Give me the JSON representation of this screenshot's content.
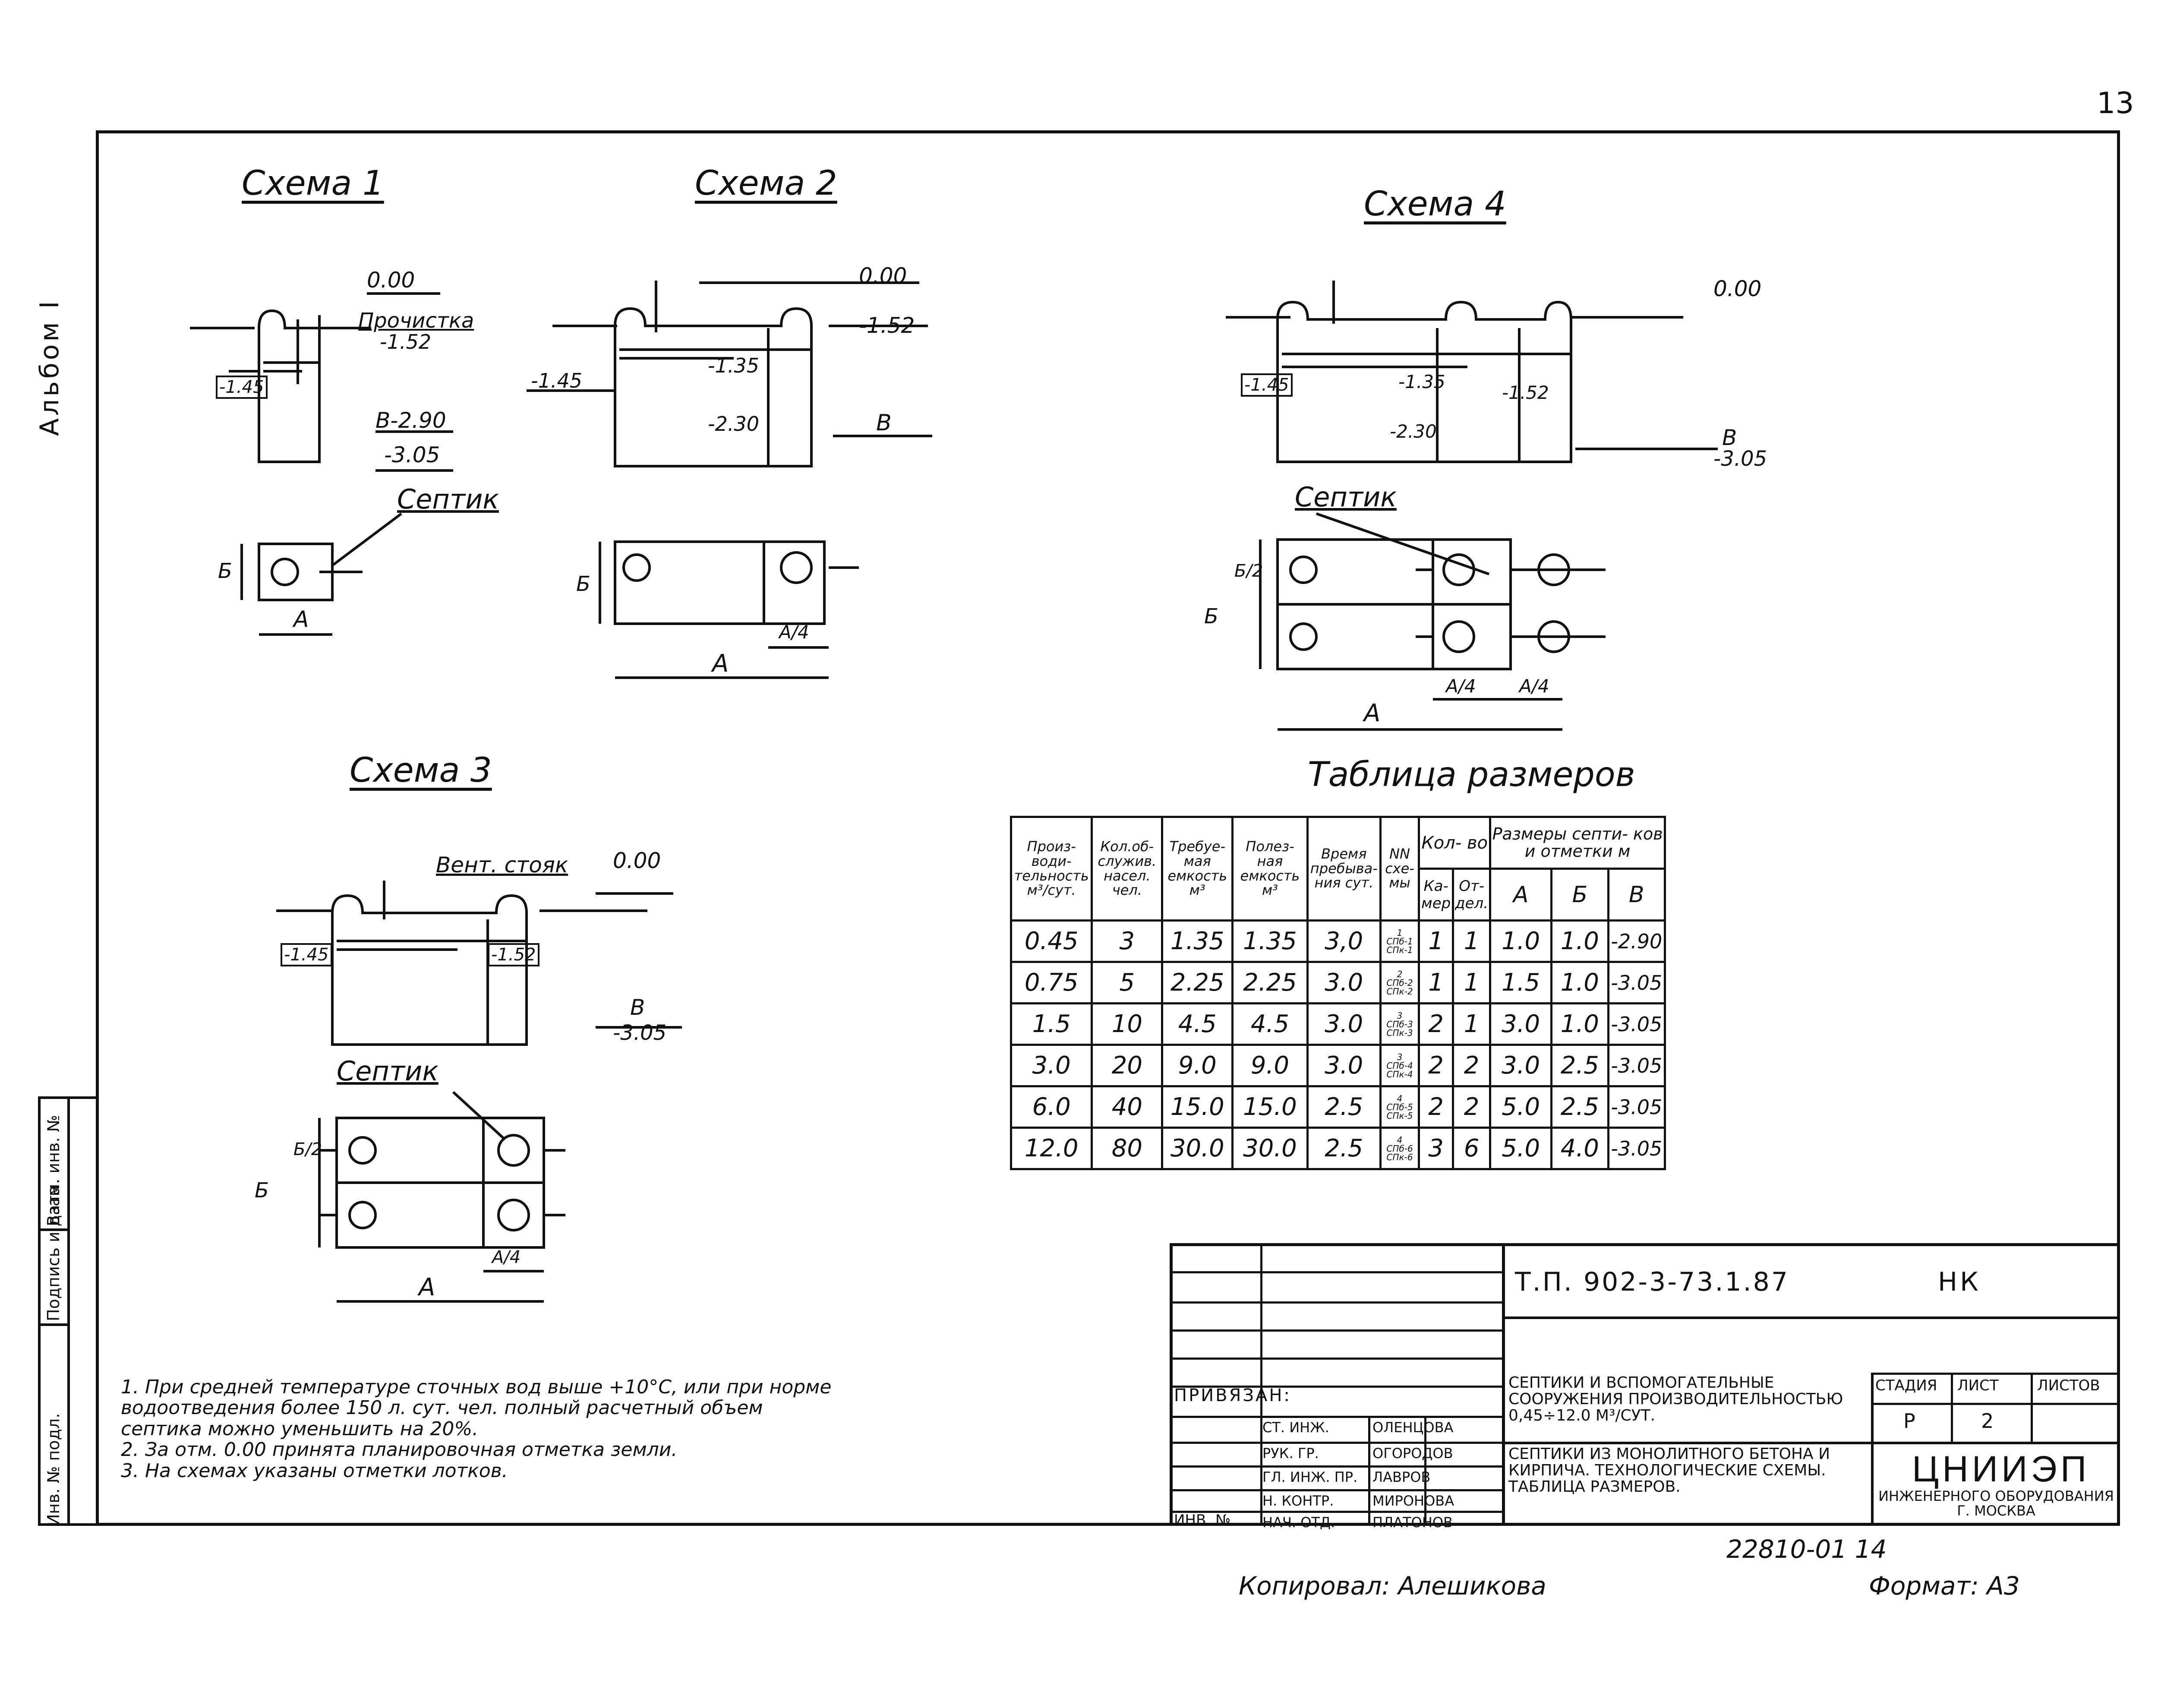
{
  "page": {
    "number": "13",
    "album": "Альбом I"
  },
  "schemes": {
    "s1": {
      "title": "Схема 1",
      "lvl_top": "0.00",
      "cleanout": "Прочистка",
      "lvl_152": "-1.52",
      "lvl_145": "-1.45",
      "lvl_b290": "В-2.90",
      "lvl_305": "-3.05",
      "septic": "Септик",
      "dimB": "Б",
      "dimA": "А"
    },
    "s2": {
      "title": "Схема 2",
      "lvl_top": "0.00",
      "lvl_152": "-1.52",
      "lvl_145": "-1.45",
      "lvl_135": "-1.35",
      "lvl_230": "-2.30",
      "lvl_b": "В",
      "dimB": "Б",
      "dimA": "А",
      "dimA4": "А/4"
    },
    "s3": {
      "title": "Схема 3",
      "vent": "Вент. стояк",
      "lvl_top": "0.00",
      "lvl_145": "-1.45",
      "lvl_152": "-1.52",
      "lvl_b": "В",
      "lvl_305": "-3.05",
      "septic": "Септик",
      "dimB": "Б",
      "dimB2": "Б/2",
      "dimA": "А",
      "dimA4": "А/4"
    },
    "s4": {
      "title": "Схема 4",
      "lvl_top": "0.00",
      "lvl_145": "-1.45",
      "lvl_135": "-1.35",
      "lvl_152": "-1.52",
      "lvl_230": "-2.30",
      "lvl_b": "В",
      "lvl_305": "-3.05",
      "septic": "Септик",
      "dimB": "Б",
      "dimB2": "Б/2",
      "dimA": "А",
      "dimA4a": "А/4",
      "dimA4b": "А/4"
    }
  },
  "sizes_table": {
    "title": "Таблица размеров",
    "headers": {
      "productivity": "Произ- води- тельность м³/сут.",
      "people": "Кол.об- служив. насел. чел.",
      "required": "Требуе- мая емкость м³",
      "useful": "Полез- ная емкость м³",
      "time": "Время пребыва- ния сут.",
      "scheme_no": "NN схе- мы",
      "count": "Кол- во",
      "chambers": "Ка- мер",
      "sections": "От- дел.",
      "dims": "Размеры септи- ков и отметки м",
      "a": "А",
      "b": "Б",
      "v": "В"
    },
    "rows": [
      [
        "0.45",
        "3",
        "1.35",
        "1.35",
        "3,0",
        "1",
        "СПб-1 СПк-1",
        "1",
        "1",
        "1.0",
        "1.0",
        "-2.90"
      ],
      [
        "0.75",
        "5",
        "2.25",
        "2.25",
        "3.0",
        "2",
        "СПб-2 СПк-2",
        "1",
        "1",
        "1.5",
        "1.0",
        "-3.05"
      ],
      [
        "1.5",
        "10",
        "4.5",
        "4.5",
        "3.0",
        "3",
        "СПб-3 СПк-3",
        "2",
        "1",
        "3.0",
        "1.0",
        "-3.05"
      ],
      [
        "3.0",
        "20",
        "9.0",
        "9.0",
        "3.0",
        "3",
        "СПб-4 СПк-4",
        "2",
        "2",
        "3.0",
        "2.5",
        "-3.05"
      ],
      [
        "6.0",
        "40",
        "15.0",
        "15.0",
        "2.5",
        "4",
        "СПб-5 СПк-5",
        "2",
        "2",
        "5.0",
        "2.5",
        "-3.05"
      ],
      [
        "12.0",
        "80",
        "30.0",
        "30.0",
        "2.5",
        "4",
        "СПб-6 СПк-6",
        "3",
        "6",
        "5.0",
        "4.0",
        "-3.05"
      ]
    ]
  },
  "notes": [
    "1. При средней температуре сточных вод выше +10°С, или при норме водоотведения более 150 л. сут. чел. полный расчетный объем септика можно уменьшить на 20%.",
    "2. За отм. 0.00 принята планировочная отметка земли.",
    "3. На схемах указаны отметки лотков."
  ],
  "stamp": {
    "code": "Т.П. 902-3-73.1.87",
    "section": "НК",
    "title_top": "Септики и вспомогательные сооружения производительностью 0,45÷12.0 м³/сут.",
    "title_bottom": "Септики из монолитного бетона и кирпича. Технологические схемы. Таблица размеров.",
    "stage_label": "Стадия",
    "sheet_label": "Лист",
    "sheets_label": "Листов",
    "stage": "Р",
    "sheet": "2",
    "org_logo": "ЦНИИЭП",
    "org_name": "инженерного оборудования г. Москва",
    "bound": "Привязан:",
    "inv_label": "Инв. №",
    "staff": [
      [
        "Ст. инж.",
        "Оленцова"
      ],
      [
        "Рук. гр.",
        "Огородов"
      ],
      [
        "Гл. инж. пр.",
        "Лавров"
      ],
      [
        "Н. контр.",
        "Миронова"
      ],
      [
        "Нач. отд.",
        "Платонов"
      ]
    ]
  },
  "side_stamp": [
    "Инв. № подл.",
    "Подпись и дата",
    "Взам. инв. №"
  ],
  "footer": {
    "ref": "22810-01 14",
    "copied": "Копировал: Алешикова",
    "format": "Формат: А3"
  }
}
